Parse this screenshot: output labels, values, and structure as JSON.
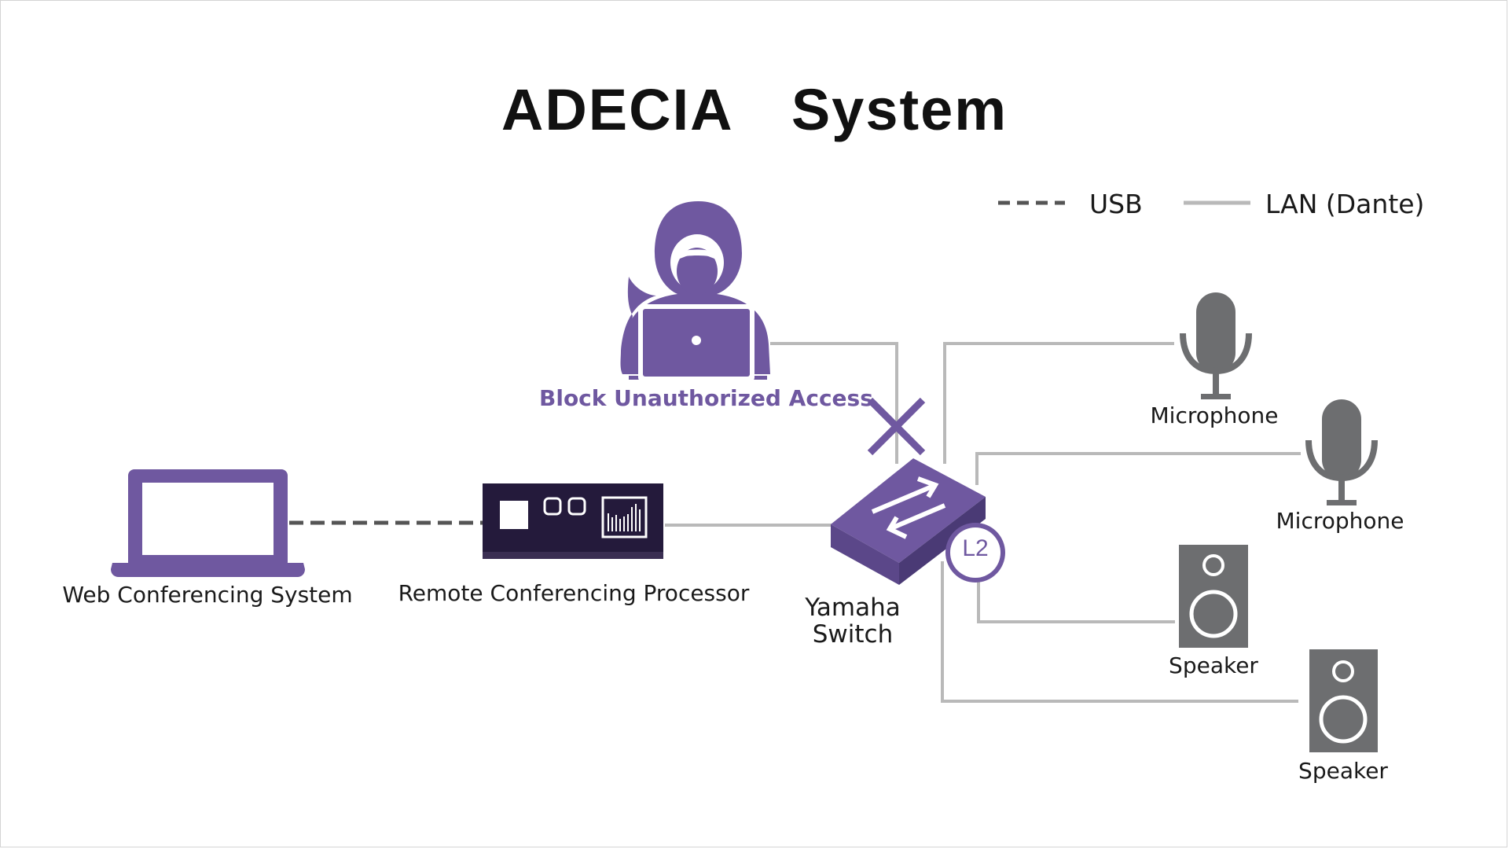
{
  "title": "ADECIA　System",
  "legend": {
    "usb": "USB",
    "lan": "LAN (Dante)"
  },
  "labels": {
    "block": "Block Unauthorized Access",
    "web_conferencing": "Web Conferencing System",
    "processor": "Remote Conferencing Processor",
    "switch_line1": "Yamaha",
    "switch_line2": "Switch",
    "switch_badge": "L2",
    "mic1": "Microphone",
    "mic2": "Microphone",
    "speaker1": "Speaker",
    "speaker2": "Speaker"
  },
  "colors": {
    "purple": "#6f58a0",
    "dark_purple": "#241a3b",
    "gray_device": "#6d6e70",
    "lan_line": "#b9b9b9",
    "usb_line": "#555555"
  }
}
